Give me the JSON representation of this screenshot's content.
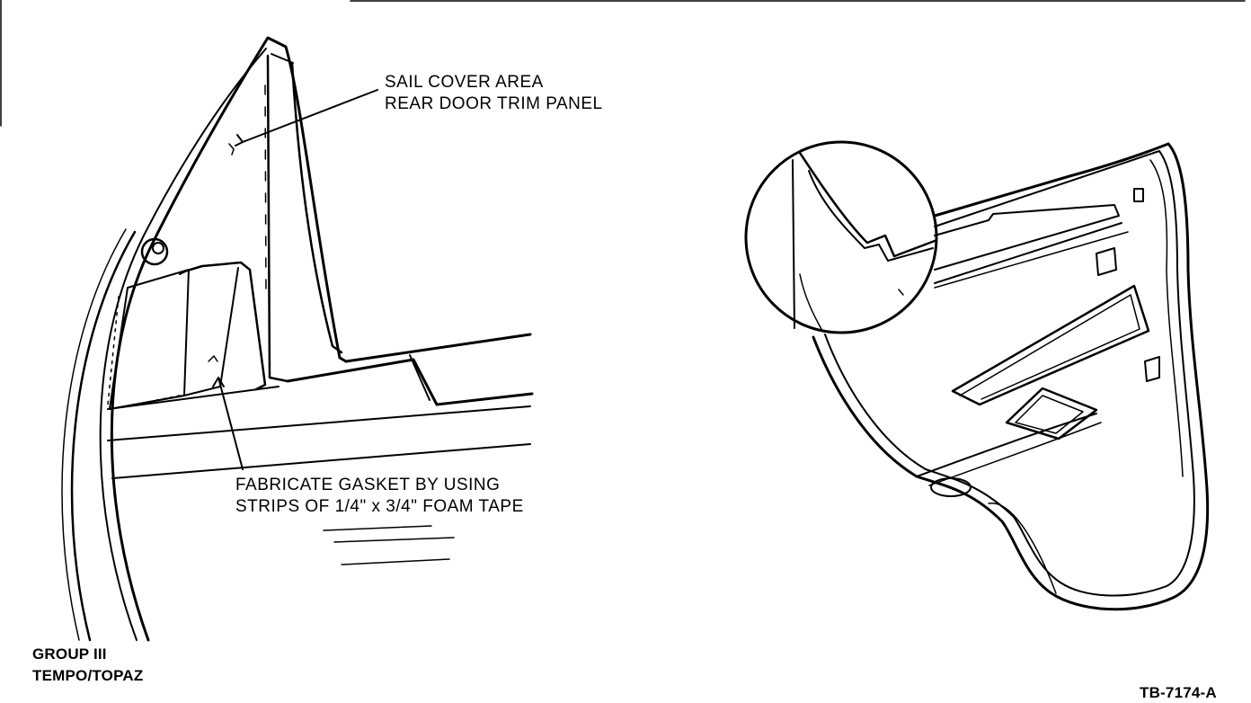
{
  "callouts": {
    "sail_cover": {
      "line1": "SAIL COVER AREA",
      "line2": "REAR DOOR TRIM PANEL"
    },
    "gasket": {
      "line1": "FABRICATE GASKET BY USING",
      "line2": "STRIPS OF 1/4\" x 3/4\" FOAM TAPE"
    }
  },
  "group": {
    "line1": "GROUP III",
    "line2": "TEMPO/TOPAZ"
  },
  "figure_id": "TB-7174-A",
  "colors": {
    "ink": "#000000",
    "paper": "#ffffff"
  }
}
